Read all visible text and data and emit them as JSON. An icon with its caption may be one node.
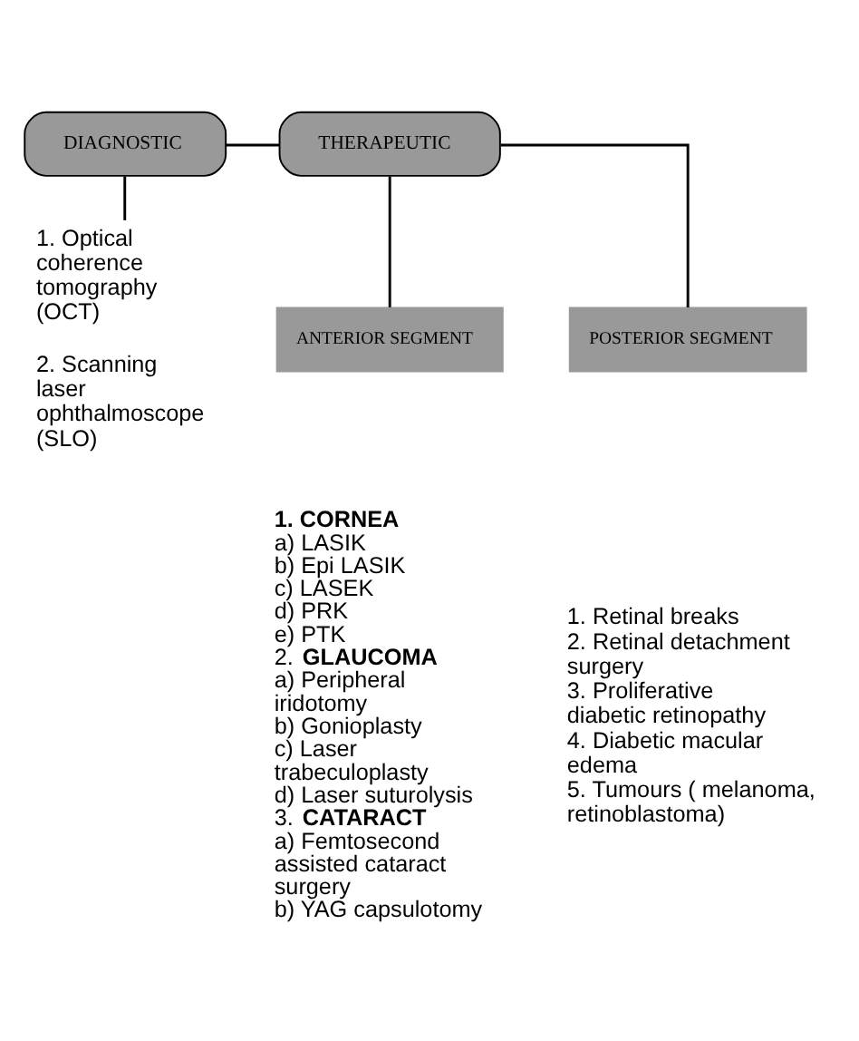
{
  "diagram": {
    "nodes": [
      {
        "text": [
          "DIAGNOSTIC"
        ]
      },
      {
        "text": [
          "THERAPEUTIC"
        ]
      },
      {
        "text": [
          "1. Optical coherence tomography (OCT)",
          "2. Scanning laser ophthalmoscope (SLO)"
        ]
      },
      {
        "text": [
          "ANTERIOR SEGMENT"
        ],
        "beside": [
          "**1. CORNEA**",
          "a) LASIK",
          "b) Epi LASIK",
          "c) LASEK",
          "d) PRK",
          "e) PTK",
          "2. **GLAUCOMA**",
          "a) Peripheral iridotomy",
          "b) Gonioplasty",
          "c) Laser trabeculoplasty",
          "d) Laser suturolysis",
          "3. **CATARACT**",
          "a) Femtosecond assisted cataract surgery",
          "b) YAG capsulotomy"
        ]
      },
      {
        "text": [
          "POSTERIOR SEGMENT"
        ],
        "beside": [
          "1. Retinal breaks",
          "2. Retinal detachment surgery",
          "3. Proliferative diabetic retinopathy",
          "4. Diabetic macular edema",
          "5. Tumours ( melanoma, retinoblastoma)"
        ]
      }
    ],
    "edges": [
      {
        "from": 0,
        "to": 1,
        "arrow": "none"
      },
      {
        "from": 0,
        "to": 2,
        "arrow": "none"
      },
      {
        "from": 1,
        "to": 3,
        "arrow": "none"
      },
      {
        "from": 1,
        "to": 4,
        "arrow": "none"
      }
    ]
  }
}
